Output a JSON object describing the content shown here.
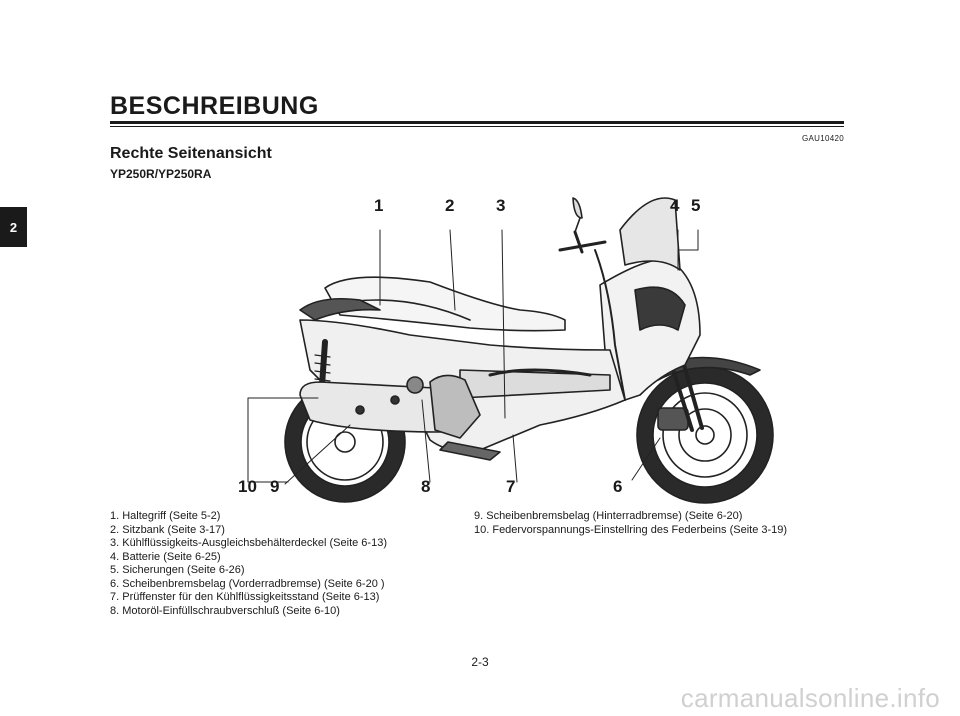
{
  "header": {
    "chapter_title": "BESCHREIBUNG",
    "code": "GAU10420",
    "section_title": "Rechte Seitenansicht",
    "model": "YP250R/YP250RA"
  },
  "side_tab": "2",
  "callouts": {
    "c1": "1",
    "c2": "2",
    "c3": "3",
    "c4": "4",
    "c5": "5",
    "c6": "6",
    "c7": "7",
    "c8": "8",
    "c9": "9",
    "c10": "10"
  },
  "legend_left": [
    "1. Haltegriff (Seite 5-2)",
    "2. Sitzbank (Seite 3-17)",
    "3. Kühlflüssigkeits-Ausgleichsbehälterdeckel (Seite 6-13)",
    "4. Batterie (Seite 6-25)",
    "5. Sicherungen (Seite 6-26)",
    "6. Scheibenbremsbelag (Vorderradbremse) (Seite 6-20 )",
    "7. Prüffenster für den Kühlflüssigkeitsstand (Seite 6-13)",
    "8. Motoröl-Einfüllschraubverschluß (Seite 6-10)"
  ],
  "legend_right": [
    "9. Scheibenbremsbelag (Hinterradbremse) (Seite 6-20)",
    "10. Federvorspannungs-Einstellring des Federbeins (Seite 3-19)"
  ],
  "page_number": "2-3",
  "watermark": "carmanualsonline.info"
}
